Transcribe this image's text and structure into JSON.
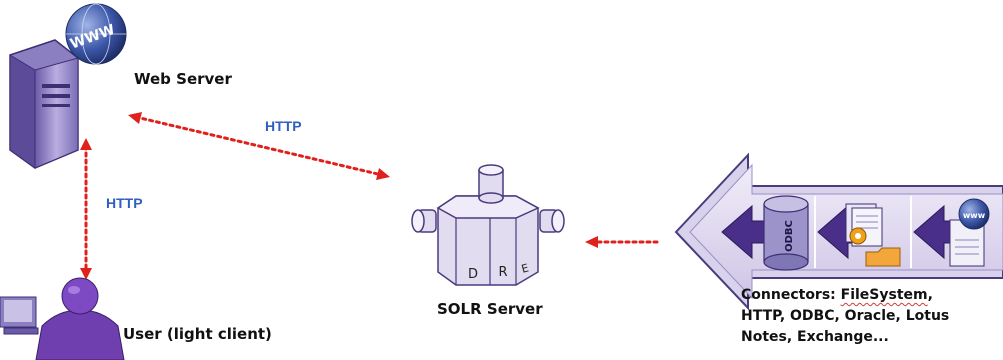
{
  "nodes": {
    "web_server": "Web Server",
    "solr_server": "SOLR Server",
    "user": "User (light client)",
    "www": "WWW"
  },
  "edges": {
    "web_to_solr": "HTTP",
    "web_to_user": "HTTP"
  },
  "dre_letters": [
    "D",
    "R",
    "E"
  ],
  "connector_icons": {
    "odbc": "ODBC",
    "www": "www"
  },
  "connectors": {
    "prefix": "Connectors: ",
    "filesystem": "FileSystem",
    "line1_suffix": ",",
    "line2": "HTTP, ODBC, Oracle, Lotus",
    "line3": "Notes, Exchange..."
  },
  "colors": {
    "arrow_dots": "#e0201c",
    "http_text": "#2f5fbf",
    "server_fill": "#b7a9d6",
    "server_stroke": "#4b3a7d",
    "solr_fill": "#e2dcf0",
    "connector_arrow": "#d9d2ec",
    "user_fill": "#6f3fb0",
    "globe_fill": "#3d57a8"
  }
}
